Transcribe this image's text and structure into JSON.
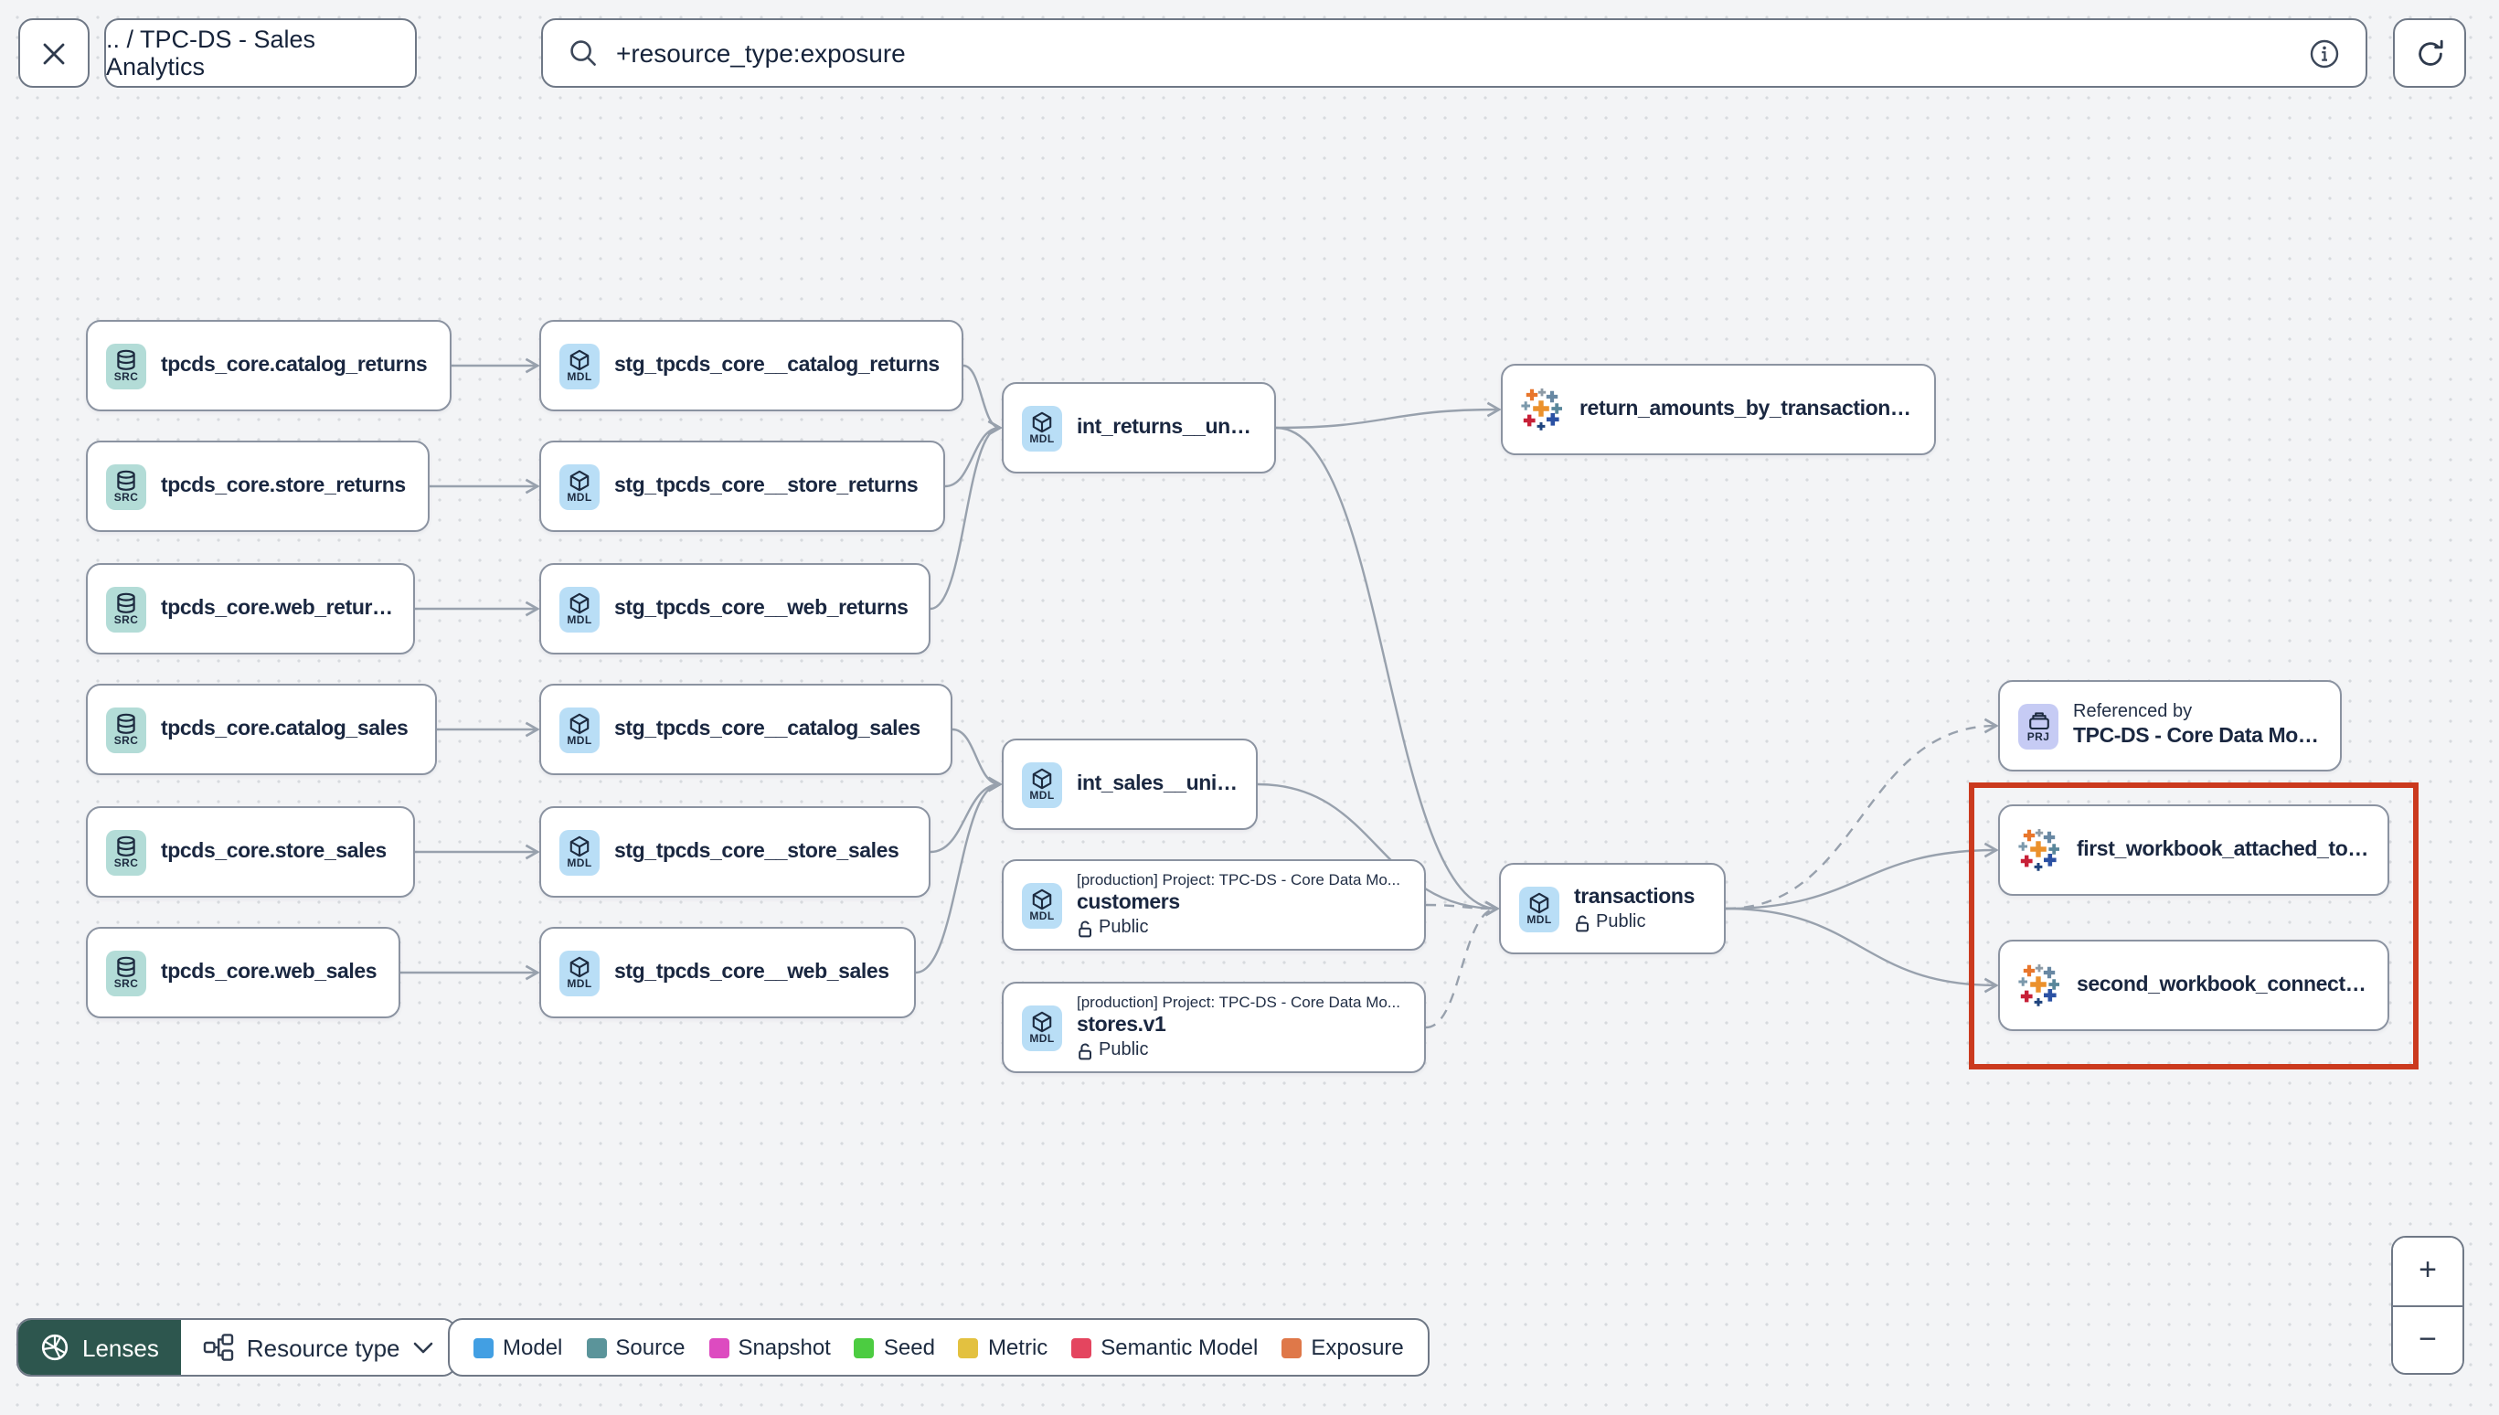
{
  "topbar": {
    "breadcrumb": ".. / TPC-DS - Sales Analytics",
    "search": {
      "value": "+resource_type:exposure"
    }
  },
  "graph": {
    "nodes": [
      {
        "id": "src_catalog_returns",
        "badge": "SRC",
        "icon": "database",
        "label": "tpcds_core.catalog_returns"
      },
      {
        "id": "src_store_returns",
        "badge": "SRC",
        "icon": "database",
        "label": "tpcds_core.store_returns"
      },
      {
        "id": "src_web_returns",
        "badge": "SRC",
        "icon": "database",
        "label": "tpcds_core.web_returns"
      },
      {
        "id": "src_catalog_sales",
        "badge": "SRC",
        "icon": "database",
        "label": "tpcds_core.catalog_sales"
      },
      {
        "id": "src_store_sales",
        "badge": "SRC",
        "icon": "database",
        "label": "tpcds_core.store_sales"
      },
      {
        "id": "src_web_sales",
        "badge": "SRC",
        "icon": "database",
        "label": "tpcds_core.web_sales"
      },
      {
        "id": "stg_catalog_returns",
        "badge": "MDL",
        "icon": "cube",
        "label": "stg_tpcds_core__catalog_returns"
      },
      {
        "id": "stg_store_returns",
        "badge": "MDL",
        "icon": "cube",
        "label": "stg_tpcds_core__store_returns"
      },
      {
        "id": "stg_web_returns",
        "badge": "MDL",
        "icon": "cube",
        "label": "stg_tpcds_core__web_returns"
      },
      {
        "id": "stg_catalog_sales",
        "badge": "MDL",
        "icon": "cube",
        "label": "stg_tpcds_core__catalog_sales"
      },
      {
        "id": "stg_store_sales",
        "badge": "MDL",
        "icon": "cube",
        "label": "stg_tpcds_core__store_sales"
      },
      {
        "id": "stg_web_sales",
        "badge": "MDL",
        "icon": "cube",
        "label": "stg_tpcds_core__web_sales"
      },
      {
        "id": "int_returns",
        "badge": "MDL",
        "icon": "cube",
        "label": "int_returns__unioned"
      },
      {
        "id": "int_sales",
        "badge": "MDL",
        "icon": "cube",
        "label": "int_sales__unioned"
      },
      {
        "id": "customers",
        "badge": "MDL",
        "icon": "cube",
        "label": "customers",
        "meta": "[production] Project: TPC-DS - Core Data Mo...",
        "visibility": "Public"
      },
      {
        "id": "stores_v1",
        "badge": "MDL",
        "icon": "cube",
        "label": "stores.v1",
        "meta": "[production] Project: TPC-DS - Core Data Mo...",
        "visibility": "Public"
      },
      {
        "id": "return_amounts",
        "icon": "tableau",
        "label": "return_amounts_by_transaction_type"
      },
      {
        "id": "transactions",
        "badge": "MDL",
        "icon": "cube",
        "label": "transactions",
        "visibility": "Public"
      },
      {
        "id": "referenced_by",
        "badge": "PRJ",
        "icon": "project",
        "kicker": "Referenced by",
        "label": "TPC-DS - Core Data Models"
      },
      {
        "id": "workbook1",
        "icon": "tableau",
        "label": "first_workbook_attached_to_tpc-ds_-_..."
      },
      {
        "id": "workbook2",
        "icon": "tableau",
        "label": "second_workbook_connected_to_live..."
      }
    ],
    "edges": [
      {
        "from": "src_catalog_returns",
        "to": "stg_catalog_returns",
        "dashed": false
      },
      {
        "from": "src_store_returns",
        "to": "stg_store_returns",
        "dashed": false
      },
      {
        "from": "src_web_returns",
        "to": "stg_web_returns",
        "dashed": false
      },
      {
        "from": "src_catalog_sales",
        "to": "stg_catalog_sales",
        "dashed": false
      },
      {
        "from": "src_store_sales",
        "to": "stg_store_sales",
        "dashed": false
      },
      {
        "from": "src_web_sales",
        "to": "stg_web_sales",
        "dashed": false
      },
      {
        "from": "stg_catalog_returns",
        "to": "int_returns",
        "dashed": false
      },
      {
        "from": "stg_store_returns",
        "to": "int_returns",
        "dashed": false
      },
      {
        "from": "stg_web_returns",
        "to": "int_returns",
        "dashed": false
      },
      {
        "from": "stg_catalog_sales",
        "to": "int_sales",
        "dashed": false
      },
      {
        "from": "stg_store_sales",
        "to": "int_sales",
        "dashed": false
      },
      {
        "from": "stg_web_sales",
        "to": "int_sales",
        "dashed": false
      },
      {
        "from": "int_returns",
        "to": "return_amounts",
        "dashed": false
      },
      {
        "from": "int_returns",
        "to": "transactions",
        "dashed": false
      },
      {
        "from": "int_sales",
        "to": "transactions",
        "dashed": false
      },
      {
        "from": "customers",
        "to": "transactions",
        "dashed": true
      },
      {
        "from": "stores_v1",
        "to": "transactions",
        "dashed": true
      },
      {
        "from": "transactions",
        "to": "referenced_by",
        "dashed": true
      },
      {
        "from": "transactions",
        "to": "workbook1",
        "dashed": false
      },
      {
        "from": "transactions",
        "to": "workbook2",
        "dashed": false
      }
    ],
    "highlight_color": "#cb3a1e"
  },
  "footer": {
    "lenses_label": "Lenses",
    "resource_type_label": "Resource type",
    "legend": [
      {
        "label": "Model",
        "color": "#429fe3"
      },
      {
        "label": "Source",
        "color": "#5b949a"
      },
      {
        "label": "Snapshot",
        "color": "#dd4bc0"
      },
      {
        "label": "Seed",
        "color": "#4ccc41"
      },
      {
        "label": "Metric",
        "color": "#e3c140"
      },
      {
        "label": "Semantic Model",
        "color": "#e4455f"
      },
      {
        "label": "Exposure",
        "color": "#df7849"
      }
    ]
  },
  "zoom_controls": {
    "zoom_in": "+",
    "zoom_out": "−"
  }
}
